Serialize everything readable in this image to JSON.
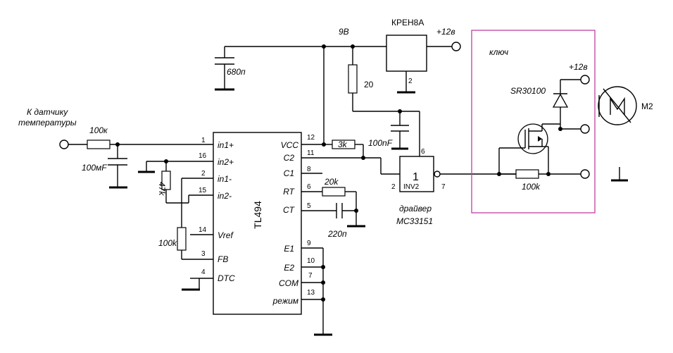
{
  "colors": {
    "wire": "#000000",
    "key_frame": "#c03fa0",
    "background": "#ffffff"
  },
  "sensor": {
    "line1": "К датчику",
    "line2": "температуры"
  },
  "components": {
    "r_in": "100к",
    "c_in": "100мF",
    "r_div": "47k",
    "r_fb": "100k",
    "c_top": "680п",
    "node_9v": "9В",
    "regulator": "КРЕН8А",
    "reg_pin": "2",
    "plus12_top": "+12в",
    "r_vcc": "20",
    "r_3k": "3k",
    "c_100n": "100nF",
    "r_rt": "20k",
    "c_ct": "220п",
    "driver_line1": "драйвер",
    "driver_line2": "MC33151",
    "driver_num": "1",
    "driver_sub": "INV2",
    "drv_pin2": "2",
    "drv_pin6": "6",
    "drv_pin7": "7",
    "key_title": "ключ",
    "plus12_key": "+12в",
    "diode": "SR30100",
    "r_gate": "100k",
    "motor": "M2"
  },
  "ic": {
    "name": "TL494",
    "left_pins": [
      {
        "num": "1",
        "label": "in1+"
      },
      {
        "num": "16",
        "label": "in2+"
      },
      {
        "num": "2",
        "label": "in1-"
      },
      {
        "num": "15",
        "label": "in2-"
      },
      {
        "num": "14",
        "label": "Vref"
      },
      {
        "num": "3",
        "label": "FB"
      },
      {
        "num": "4",
        "label": "DTC"
      }
    ],
    "right_pins": [
      {
        "num": "12",
        "label": "VCC"
      },
      {
        "num": "11",
        "label": "C2"
      },
      {
        "num": "8",
        "label": "C1"
      },
      {
        "num": "6",
        "label": "RT"
      },
      {
        "num": "5",
        "label": "CT"
      },
      {
        "num": "9",
        "label": "E1"
      },
      {
        "num": "10",
        "label": "E2"
      },
      {
        "num": "7",
        "label": "COM"
      },
      {
        "num": "13",
        "label": "режим"
      }
    ]
  }
}
